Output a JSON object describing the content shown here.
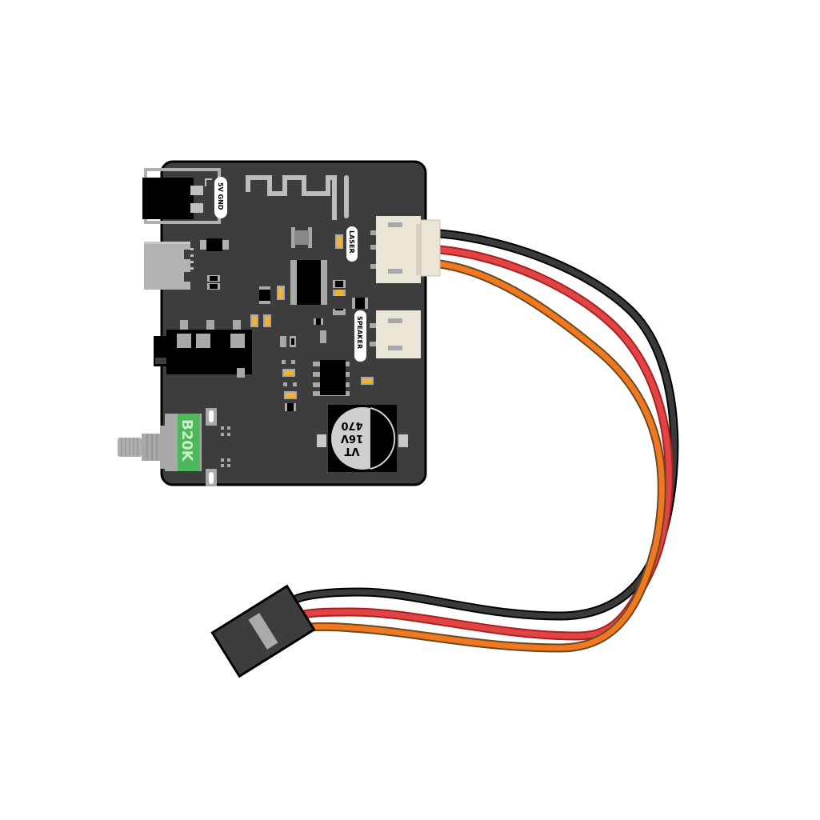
{
  "board": {
    "silkscreen": {
      "power_label": "5V GND",
      "laser_label": "LASER",
      "speaker_label": "SPEAKER"
    },
    "potentiometer": {
      "label": "B20K",
      "color": "#4cb85a"
    },
    "capacitor": {
      "line1": "VT",
      "line2": "16V",
      "line3": "470"
    },
    "colors": {
      "pcb": "#3d3d3d",
      "component_black": "#000000",
      "pad_grey": "#a8a8a8",
      "smd_orange": "#f2b233",
      "connector_cream": "#ebe5d8"
    }
  },
  "cable": {
    "wires": [
      {
        "name": "ground",
        "color": "#333333"
      },
      {
        "name": "power",
        "color": "#e04040"
      },
      {
        "name": "signal",
        "color": "#f07820"
      }
    ]
  }
}
